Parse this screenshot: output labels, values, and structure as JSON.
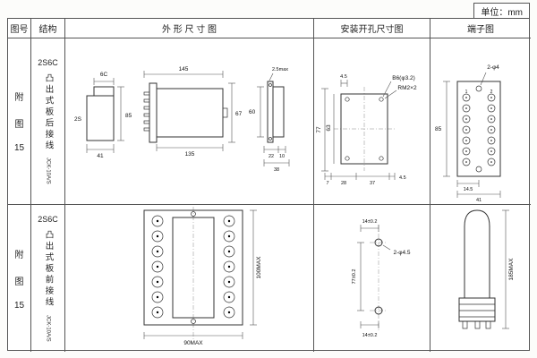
{
  "page": {
    "unit_label": "单位：mm"
  },
  "headers": {
    "fig_no": "图号",
    "structure": "结构",
    "outline": "外 形 尺 寸 图",
    "mounting": "安装开孔尺寸图",
    "terminal": "端子图"
  },
  "row1": {
    "fig_char1": "附",
    "fig_char2": "图",
    "fig_num": "15",
    "model": "2S6C",
    "structure_desc": "凸出式板后接线",
    "code": "JCK-10A/S",
    "outline": {
      "front_width_top": "6C",
      "front_side": "2S",
      "front_height": "85",
      "front_width": "41",
      "side_len_total": "145",
      "side_len_body": "135",
      "side_height": "67",
      "rear_panel": "2.5max",
      "rear_height": "60",
      "rear_w1": "22",
      "rear_w2": "10",
      "rear_w_total": "38"
    },
    "mounting": {
      "offset_top": "4.5",
      "hole_label": "B6(φ3.2)",
      "screw_label": "RM2×2",
      "height_outer": "77",
      "height_inner": "63",
      "w1": "7",
      "w2": "28",
      "w3": "37",
      "offset_right": "4.5"
    },
    "terminal": {
      "hole_label": "2-φ4",
      "num1": "1",
      "num2": "2",
      "height": "85",
      "w_half": "14.5",
      "w_total": "41"
    }
  },
  "row2": {
    "fig_char1": "附",
    "fig_char2": "图",
    "fig_num": "15",
    "model": "2S6C",
    "structure_desc": "凸出式板前接线",
    "code": "JCK-10A/S",
    "outline": {
      "height": "100MAX",
      "width": "90MAX"
    },
    "mounting": {
      "top_offset": "14±0.2",
      "hole_label": "2-φ4.5",
      "height": "77±0.2",
      "bottom_offset": "14±0.2"
    },
    "terminal": {
      "height": "185MAX"
    }
  }
}
